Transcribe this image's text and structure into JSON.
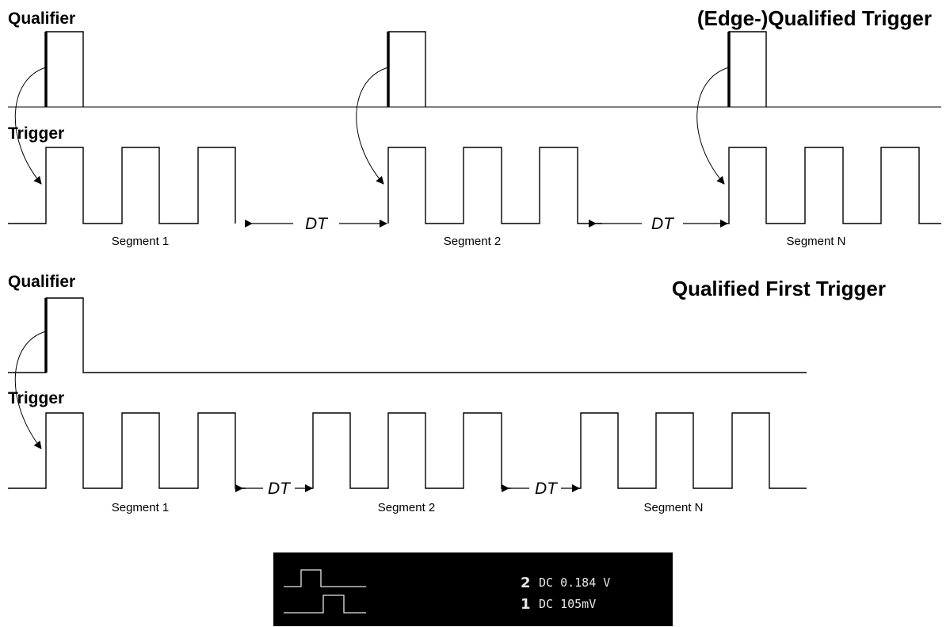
{
  "panel_top": {
    "title": "(Edge-)Qualified Trigger",
    "qualifier_label": "Qualifier",
    "trigger_label": "Trigger",
    "segments": [
      "Segment 1",
      "Segment 2",
      "Segment N"
    ],
    "gap_labels": [
      "DT",
      "DT"
    ]
  },
  "panel_bottom": {
    "title": "Qualified First Trigger",
    "qualifier_label": "Qualifier",
    "trigger_label": "Trigger",
    "segments": [
      "Segment 1",
      "Segment 2",
      "Segment N"
    ],
    "gap_labels": [
      "DT",
      "DT"
    ]
  },
  "scope_display": {
    "channels": [
      {
        "number": "2",
        "reading": "DC 0.184 V"
      },
      {
        "number": "1",
        "reading": "DC 105mV"
      }
    ]
  }
}
